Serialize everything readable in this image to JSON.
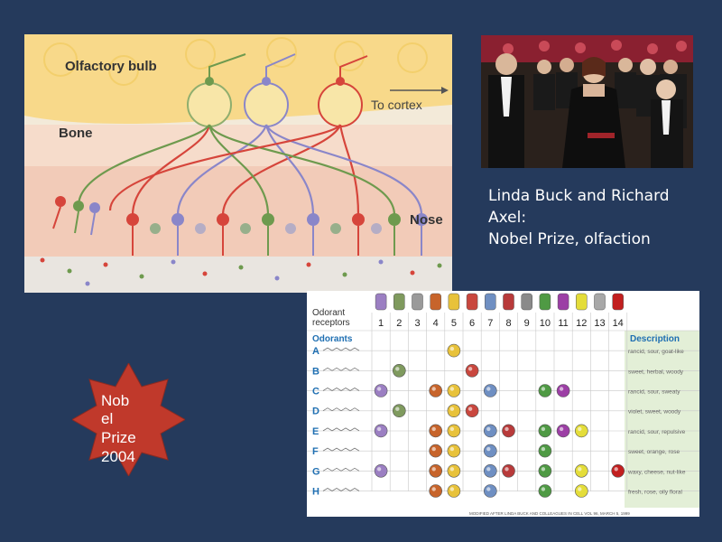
{
  "diagram": {
    "labels": {
      "bulb": "Olfactory bulb",
      "bone": "Bone",
      "cortex": "To cortex",
      "nose": "Nose"
    },
    "colors": {
      "red": "#d6453b",
      "green": "#6e9a4e",
      "blue": "#8a86c9"
    }
  },
  "photo": {
    "description_icon": "award-ceremony-photo"
  },
  "caption": {
    "line1": "Linda Buck and Richard",
    "line2": "Axel:",
    "line3": "Nobel Prize, olfaction"
  },
  "star": {
    "lines": [
      "Nob",
      "el",
      "Prize",
      "2004"
    ],
    "fill": "#c0392b"
  },
  "receptor_table": {
    "header_line1": "Odorant",
    "header_line2": "receptors",
    "odorants_label": "Odorants",
    "description_label": "Description",
    "receptors": [
      "1",
      "2",
      "3",
      "4",
      "5",
      "6",
      "7",
      "8",
      "9",
      "10",
      "11",
      "12",
      "13",
      "14"
    ],
    "receptor_colors": [
      "#9b7fc2",
      "#7f9a5e",
      "#9a9a9a",
      "#c7642b",
      "#e8c23a",
      "#c9473e",
      "#6f8fc2",
      "#b83a3a",
      "#8a8a8a",
      "#4f9a44",
      "#9c3fa5",
      "#e4dd3a",
      "#a8a8a8",
      "#c21f1f"
    ],
    "rows": [
      {
        "letter": "A",
        "desc": "rancid, sour, goat-like",
        "hits": [
          5
        ]
      },
      {
        "letter": "B",
        "desc": "sweet, herbal, woody",
        "hits": [
          2,
          6
        ]
      },
      {
        "letter": "C",
        "desc": "rancid, sour, sweaty",
        "hits": [
          1,
          4,
          5,
          7,
          10,
          11
        ]
      },
      {
        "letter": "D",
        "desc": "violet, sweet, woody",
        "hits": [
          2,
          5,
          6
        ]
      },
      {
        "letter": "E",
        "desc": "rancid, sour, repulsive",
        "hits": [
          1,
          4,
          5,
          7,
          8,
          10,
          11,
          12
        ]
      },
      {
        "letter": "F",
        "desc": "sweet, orange, rose",
        "hits": [
          4,
          5,
          7,
          10
        ]
      },
      {
        "letter": "G",
        "desc": "waxy, cheese, nut-like",
        "hits": [
          1,
          4,
          5,
          7,
          8,
          10,
          12,
          14
        ]
      },
      {
        "letter": "H",
        "desc": "fresh, rose, oily floral",
        "hits": [
          4,
          5,
          7,
          10,
          12
        ]
      }
    ],
    "footer": "MODIFIED AFTER LINDA BUCK AND COLLEAGUES IN CELL VOL 96, MARCH 5, 1999"
  }
}
